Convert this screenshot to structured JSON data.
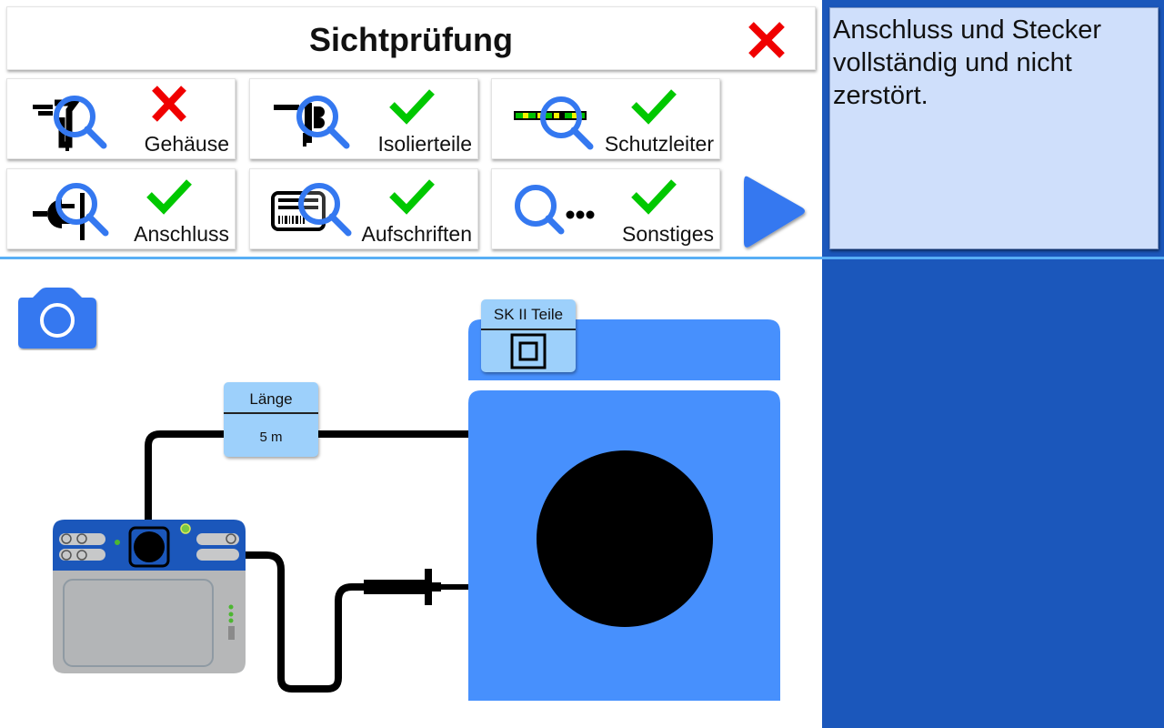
{
  "header": {
    "title": "Sichtprüfung",
    "close_icon": "close-x-icon"
  },
  "categories": [
    {
      "label": "Gehäuse",
      "icon": "housing-inspect-icon",
      "status": "fail"
    },
    {
      "label": "Isolierteile",
      "icon": "insulation-inspect-icon",
      "status": "pass"
    },
    {
      "label": "Schutzleiter",
      "icon": "protective-conductor-inspect-icon",
      "status": "pass"
    },
    {
      "label": "Anschluss",
      "icon": "plug-inspect-icon",
      "status": "pass"
    },
    {
      "label": "Aufschriften",
      "icon": "label-inspect-icon",
      "status": "pass"
    },
    {
      "label": "Sonstiges",
      "icon": "misc-inspect-icon",
      "status": "pass"
    }
  ],
  "next_button": {
    "icon": "play-next-icon"
  },
  "info_panel": {
    "text": "Anschluss und Stecker vollständig und nicht zerstört."
  },
  "camera_button": {
    "icon": "camera-icon"
  },
  "scene": {
    "cable_label": {
      "title": "Länge",
      "value": "5 m"
    },
    "device_label": {
      "title": "SK II Teile",
      "icon": "class-ii-double-square-icon"
    }
  },
  "colors": {
    "sidebar": "#1b57bb",
    "info_bg": "#cfdffb",
    "accent_blue": "#3478f0",
    "device_blue": "#4790fd",
    "label_blue": "#9dd0fb",
    "pass_green": "#00c800",
    "fail_red": "#f00000",
    "divider": "#58aef5"
  }
}
